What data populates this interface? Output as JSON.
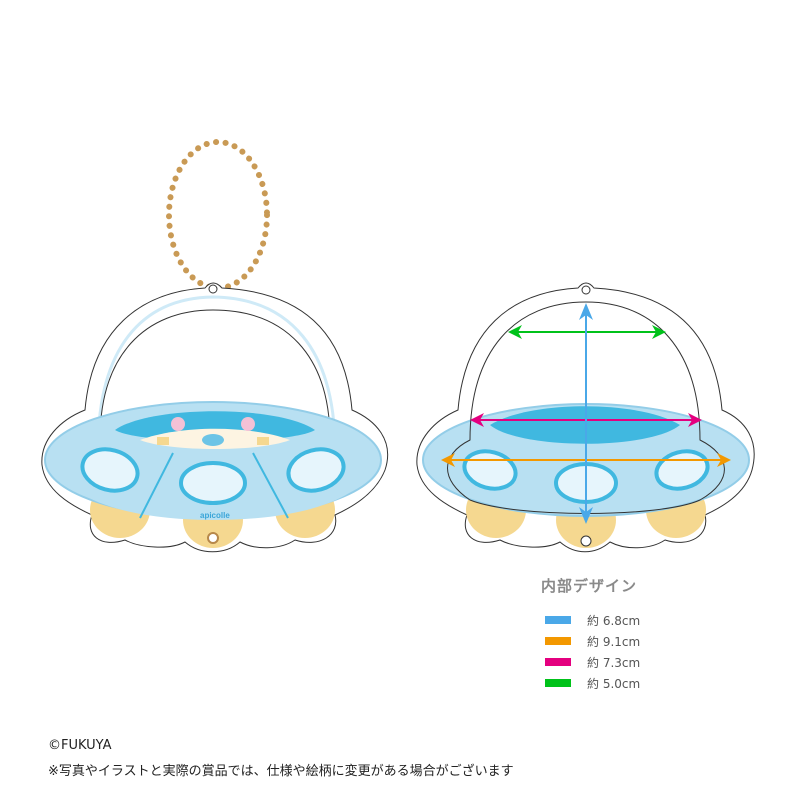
{
  "product": {
    "left_view": "front-illustration",
    "right_view": "inner-design-dimensions",
    "brand_mark": "apicolle"
  },
  "legend": {
    "title": "内部デザイン",
    "items": [
      {
        "label": "約 6.8cm",
        "color": "#4aa8e8",
        "direction": "vertical"
      },
      {
        "label": "約 9.1cm",
        "color": "#f39800",
        "direction": "horizontal-lower"
      },
      {
        "label": "約 7.3cm",
        "color": "#e4007f",
        "direction": "horizontal-middle"
      },
      {
        "label": "約 5.0cm",
        "color": "#00c21a",
        "direction": "horizontal-upper"
      }
    ]
  },
  "footer": {
    "copyright": "©FUKUYA",
    "notice": "※写真やイラストと実際の賞品では、仕様や絵柄に変更がある場合がございます"
  },
  "colors": {
    "ball_chain": "#c99a55",
    "saucer_light": "#b8e0f2",
    "saucer_dark": "#40b8e0",
    "legs": "#f5d890",
    "outline": "#333333"
  }
}
